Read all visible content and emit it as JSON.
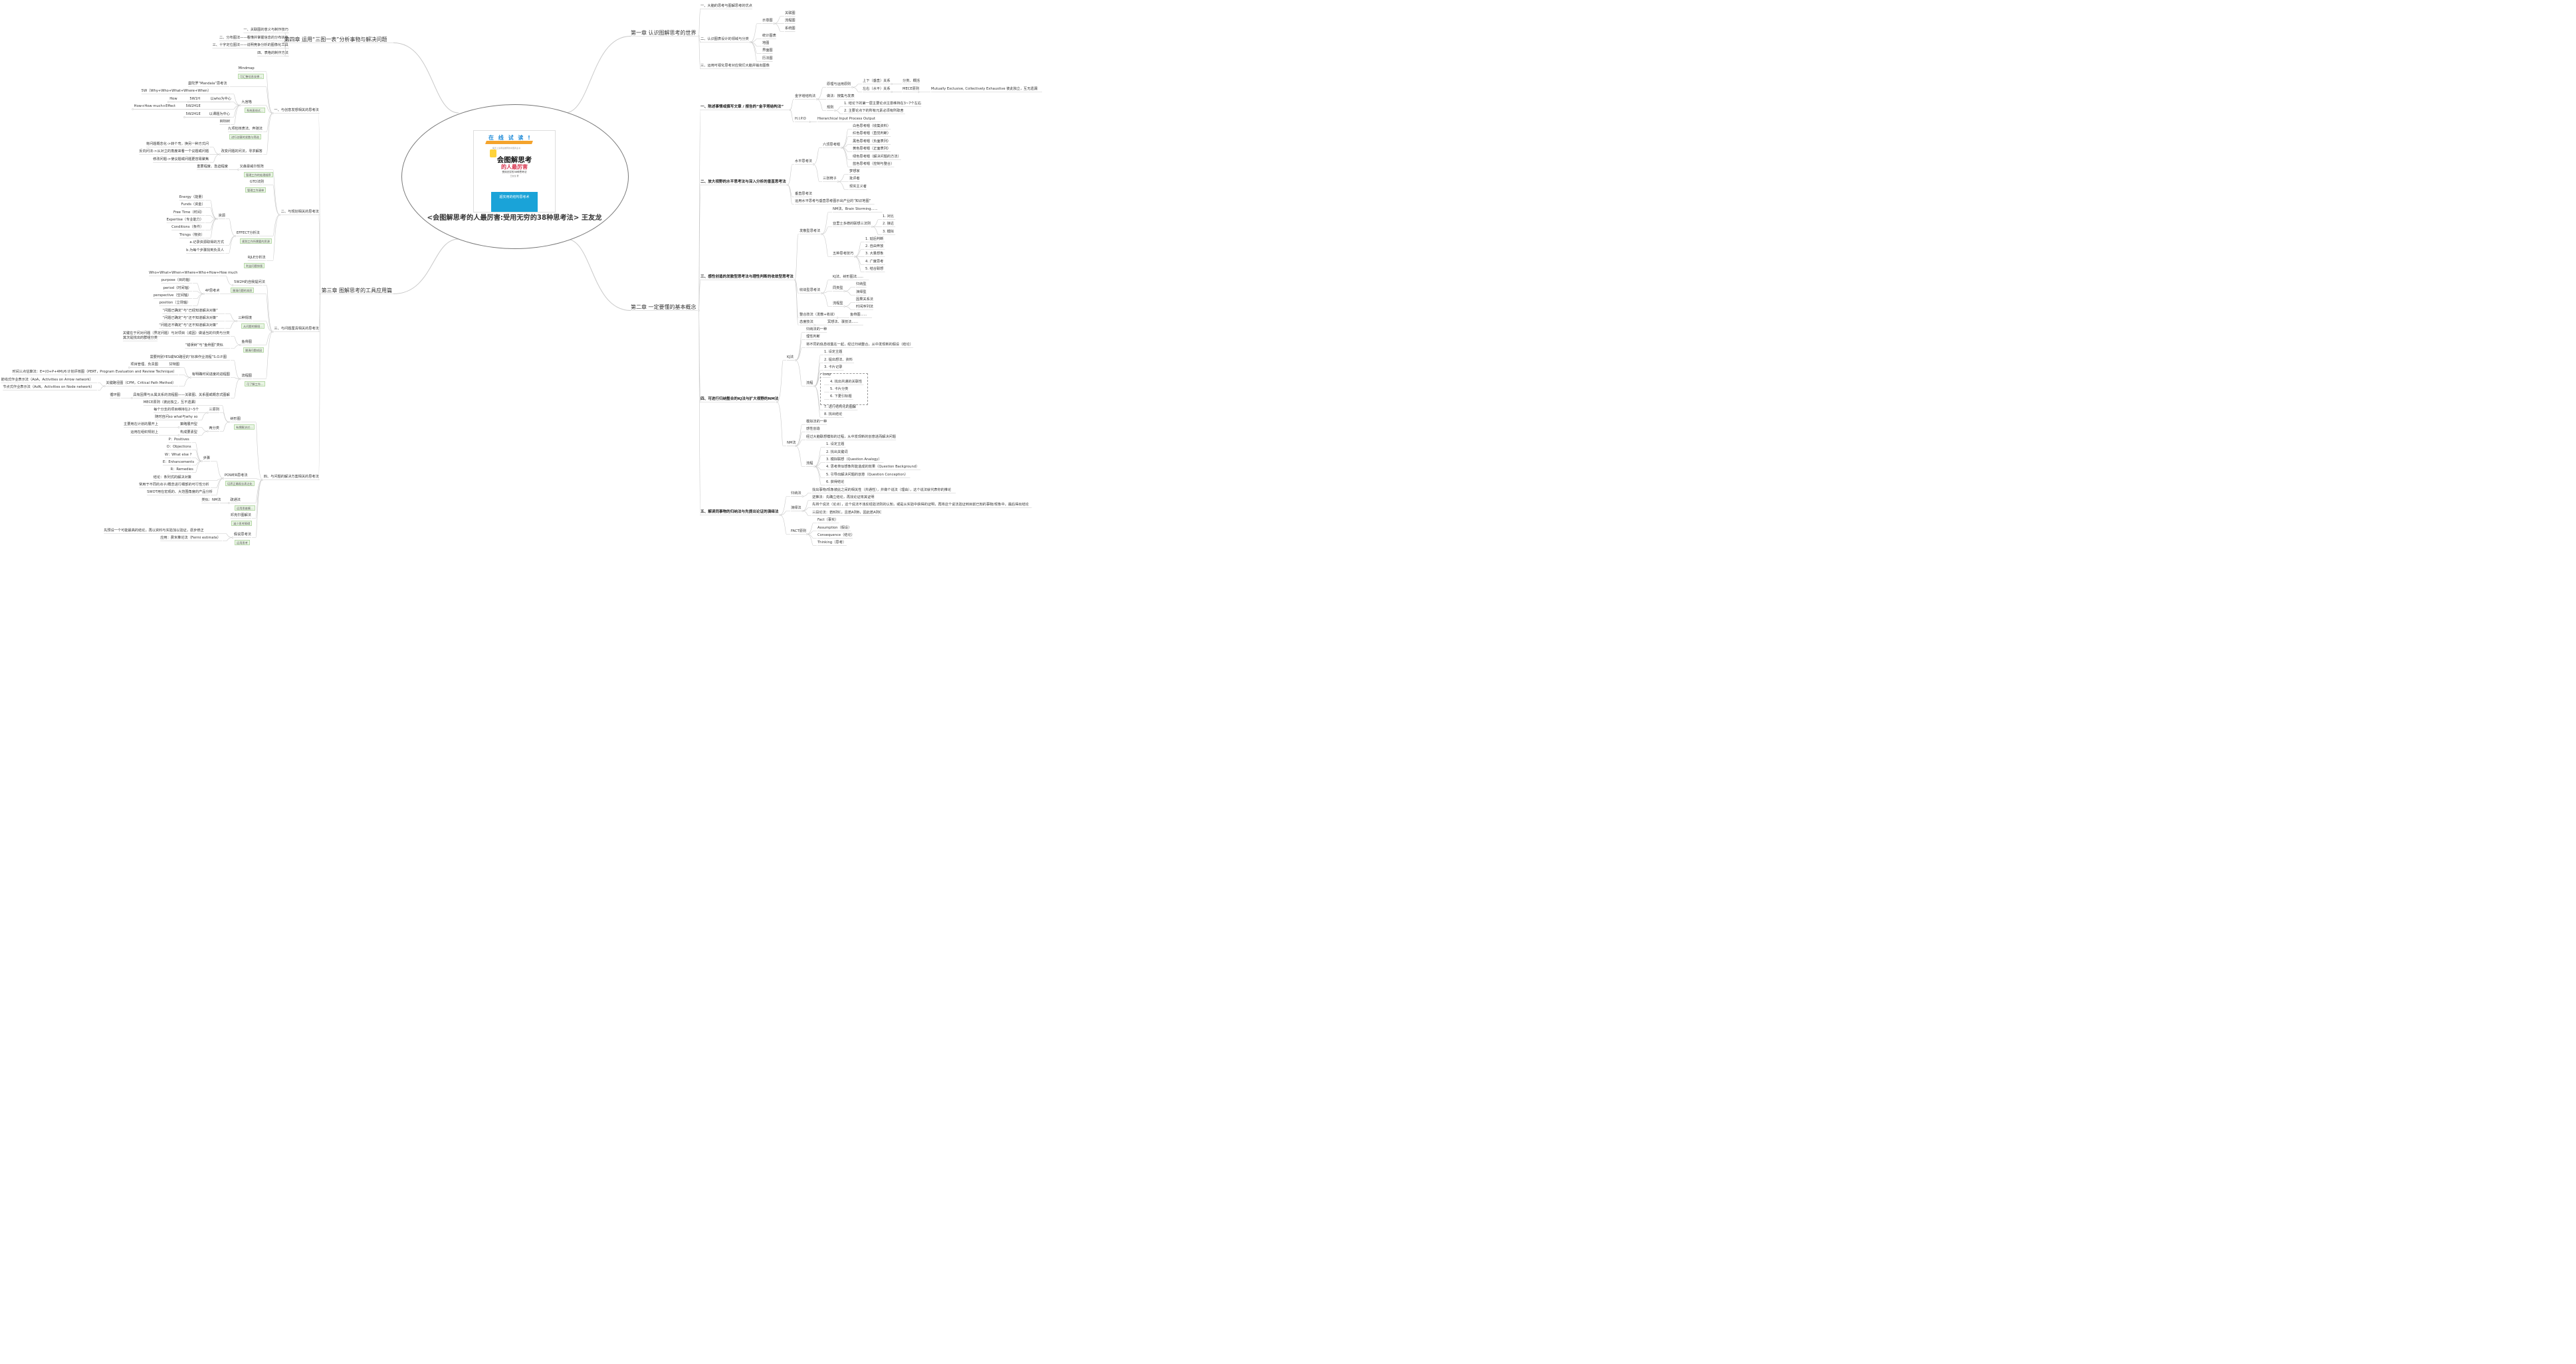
{
  "central": {
    "title": "<会图解思考的人最厉害:受用无穷的38种思考法> 王友龙",
    "cover": {
      "banner": "在 线 试 读 !",
      "sub": "每天上读者最推荐的中国商业书",
      "title": "会图解思考",
      "title2": "的人最厉害",
      "subtitle": "受用无穷的38种思考法",
      "author": "王友龙 著",
      "band": "超实用的结构思考术"
    }
  },
  "colors": {
    "line": "#c9c9c9",
    "tag_bg": "#e9f5e4",
    "tag_border": "#b7d9a8"
  },
  "nodes": {
    "c1": "第一章 认识图解思考的世界",
    "c1_1": "一、大脑的思考与图解思考的优点",
    "c1_2": "二、认识图表设计的领域与分类",
    "c1_2a": "示意图",
    "c1_2a1": "关联图",
    "c1_2a2": "流程图",
    "c1_2a3": "系统图",
    "c1_2b": "统计图表",
    "c1_2c": "地图",
    "c1_2d": "界面图",
    "c1_2e": "历法图",
    "c1_3": "三、运用可视化思考对应我们大脑并输出图像",
    "c2": "第二章 一定要懂的基本概念",
    "s1": "一、陈述事情或撰写文章 / 报告的“金字塔结构法”",
    "s1a": "金字塔结构法",
    "s1a1": "原理与运用原则",
    "s1a1a": "上下（垂直）关系",
    "s1a1a1": "分类、概括",
    "s1a1b": "左右（水平）关系",
    "s1a1b1": "MECE原则",
    "s1a1b2": "Mutually Exclusive, Collectively Exhaustive 彼此独立，互无遗漏",
    "s1a2": "做法：搜集与发表",
    "s1a3": "规则",
    "s1a3a": "1. 结论下的第一层主要论点注意维持在3~7个左右",
    "s1a3b": "2. 主要论点下的所有元素必须有所取舍",
    "s1b": "H.I.P.O",
    "s1b1": "Hierarchical Input Process Output",
    "s2": "二、放大视野的水平思考法与深入分析的垂直思考法",
    "s2a": "水平思考法",
    "s2a1": "六顶思考帽",
    "s2a1a": "白色思考帽（收集资料）",
    "s2a1b": "红色思考帽（直觉判断）",
    "s2a1c": "黑色思考帽（负面表列）",
    "s2a1d": "黄色思考帽（正面表列）",
    "s2a1e": "绿色思考帽（解决问题的方法）",
    "s2a1f": "蓝色思考帽（控制与整合）",
    "s2a2": "三张椅子",
    "s2a2a": "梦想家",
    "s2a2b": "批评者",
    "s2a2c": "现实主义者",
    "s2b": "垂直思考法",
    "s2c": "运用水平思考与垂直思考图示出产业的“知识地图”",
    "s3": "三、感性创造的发散型思考法与理性判断的收敛型思考法",
    "s3a": "发散型思考法",
    "s3a1": "NM法、Brain Storming......",
    "s3a2": "亚里士多德的联想三法则",
    "s3a2a": "1. 对比",
    "s3a2b": "2. 接近",
    "s3a2c": "3. 模拟",
    "s3a3": "五种思考技巧",
    "s3a3a": "1. 延后判断",
    "s3a3b": "2. 自由奔放",
    "s3a3c": "3. 大量想象",
    "s3a3d": "4. 广度思考",
    "s3a3e": "5. 结合联想",
    "s3b": "收敛型思考法",
    "s3b1": "KJ法、树形图法......",
    "s3b2": "同类型",
    "s3b2a": "归纳型",
    "s3b2b": "演绎型",
    "s3b3": "流程型",
    "s3b3a": "因果关系法",
    "s3b3b": "时间序列法",
    "s3c": "整合技法（发散+收敛）",
    "s3c1": "鱼骨图......",
    "s3d": "态度技法",
    "s3d1": "冥想法、瀑技法......",
    "s4": "四、可进行归纳整合的KJ法与扩大视野的NM法",
    "s4a": "KJ法",
    "s4a1": "归纳法的一种",
    "s4a2": "理性判断",
    "s4a3": "将不同的信息收集在一起，经过归纳整合，从中发现新的假设（结论）",
    "s4a4": "流程",
    "s4a4a": "1. 设定主题",
    "s4a4b": "2. 提出想法、资料",
    "s4a4c": "3. 卡片记录",
    "s4a4loop": "Loop",
    "s4a4d": "4. 找出共通的关联性",
    "s4a4e": "5. 卡片分类",
    "s4a4f": "6. 下更引标题",
    "s4a4g": "7. 进行结构化的图解",
    "s4a4h": "8. 找出结论",
    "s4b": "NM法",
    "s4b1": "模拟法的一种",
    "s4b2": "感性创造",
    "s4b3": "经过大脑联想模拟的过程，从中发现新的创意进而解决问题",
    "s4b4": "流程",
    "s4b4a": "1. 设定主题",
    "s4b4b": "2. 找出关键词",
    "s4b4c": "3. 模拟联想（Question Analogy）",
    "s4b4d": "4. 思考类似想象所能造成的效果（Question Background）",
    "s4b4e": "5. 引导出解决问题的创意（Question Conception）",
    "s4b4f": "6. 获得结论",
    "s5": "五、解读同事物的归纳法与先提出论证的演绎法",
    "s5a": "归纳法",
    "s5a1": "找出事物/现象彼此之间的相关性（共通性），并做个说法（理由），这个说法就代表你的推论",
    "s5b": "演绎法",
    "s5b1": "逆推法：先确立结论，再找论证将其证明",
    "s5b2": "先将个说法（论点），这个说法不违反经验法则的认知，或是从实验中获得的证明，再将这个说法验证到目前已知的事物/现象中，最后得出结论",
    "s5b3": "三段论法：若B则C，且若A则B，因此若A则C",
    "s5c": "FACT原则",
    "s5c1": "Fact（事实）",
    "s5c2": "Assumption（假设）",
    "s5c3": "Consequence（结论）",
    "s5c4": "Thinking（思考）",
    "c4": "第四章 运用“三图一表”分析事物与解决问题",
    "c4_1": "一、关联图的意义与制作技巧",
    "c4_2": "二、分布图法——看懂并掌握信息的分布状态",
    "c4_3": "三、十字定位图法——说明竞争分析的图像化工具",
    "c4_4": "四、表格的制作方法",
    "c3": "第三章 图解思考的工具应用篇",
    "c3_1": "一、与创意发想相关的思考法",
    "c3_1a": "Mindmap",
    "c3_1a_t": "可汇整信息发想...",
    "c3_1b": "曼陀罗“Mandala”思考法",
    "c3_1c": "九宫格",
    "c3_1c_t": "系统直线式...",
    "c3_1c1": "5W（Why+Who+What+Where+When）",
    "c3_1c2": "How",
    "c3_1c2a": "5W1H",
    "c3_1c2b": "以who为中心",
    "c3_1c3": "How+How much+Effect",
    "c3_1c3a": "5W2H1E",
    "c3_1c4": "5W2H1E",
    "c3_1c4a": "以课题为中心",
    "c3_1c5": "目标树",
    "c3_1d": "九项检核表法、奔驰法",
    "c3_1d_t": "进行创意的发散与筛选",
    "c3_1e": "改变问题的问法，寻求解答",
    "c3_1e1": "将问题概念化->转个弯，换另一种方式问",
    "c3_1e2": "反向问法->从对立的角度来看一个议题或问题",
    "c3_1e3": "修改问题->使议题或问题更容易聚焦",
    "c3_2": "二、与规划相关的思考法",
    "c3_2a": "又森豪威尔矩阵",
    "c3_2a_t": "管理工作的处理顺序",
    "c3_2a1": "重要程度、急迫程度",
    "c3_2b": "GTD法则",
    "c3_2b_t": "管理工作清单",
    "c3_2c": "EFFECT分析法",
    "c3_2c_t": "规划工作所需要的资源",
    "c3_2c1": "资源",
    "c3_2c1a": "Energy（能量）",
    "c3_2c1b": "Funds（资金）",
    "c3_2c1c": "Free Time（时间）",
    "c3_2c1d": "Expertise（专业能力）",
    "c3_2c1e": "Conditions（条件）",
    "c3_2c1f": "Things（物资）",
    "c3_2c2": "a.记录资源取得的方式",
    "c3_2c3": "b.为每个步骤找到负责人",
    "c3_2d": "RJLE分析法",
    "c3_2d_t": "利益问题排版",
    "c3_3": "三、与问题厘清相关的思考法",
    "c3_3a": "5W2H的自我提问法",
    "c3_3a_t": "厘清问题的本质",
    "c3_3a1": "Who+What+When+Where+Who+How+How much",
    "c3_3b": "4P思考术",
    "c3_3b1": "purpose（目的轴）",
    "c3_3b2": "period（时间轴）",
    "c3_3b3": "perspective（空间轴）",
    "c3_3b4": "position（立场轴）",
    "c3_3c": "三种情境",
    "c3_3c_t": "从问题的情境...",
    "c3_3c1": "“问题已确定”与“已经知道解决对策”",
    "c3_3c2": "“问题已确定”与“还不知道解决对策”",
    "c3_3c3": "“问题还不确定”与“还不知道解决对策”",
    "c3_3d": "鱼骨图",
    "c3_3d_t": "厘清问题成因",
    "c3_3d1": "关键在于问对问题（界定问题）与对项目（成因）做适当的归类与分类",
    "c3_3d1b": "其次是找出的群组分类",
    "c3_3d2": "“错误树”与“鱼骨图”类似",
    "c3_3e": "流程图",
    "c3_3e_t": "可了解工作...",
    "c3_3e1": "需要判别YES或NO路径的“标准作业流程”S.O.P.图",
    "c3_3e2": "有明确时间进度的进程图",
    "c3_3e2a": "项目管理、负责图",
    "c3_3e2a1": "甘特图",
    "c3_3e2b": "计划评核图（PERT，Program Evaluation and Review Technique）",
    "c3_3e2b1": "时间三点估算法：E=(O+P+4M)/6",
    "c3_3e2c": "关键路径图（CPM，Critical Path Method）",
    "c3_3e2c1": "箭线式作业表示法（AoA，Activities on Arrow network）",
    "c3_3e2c2": "节点式作业表示法（AoN，Activities on Node network）",
    "c3_3e3": "具有因果与从属关系的流程图——关联图、关系图或概念式图解",
    "c3_3e3a": "循环图",
    "c3_4": "四、与问题的解决方案相关的思考法",
    "c3_4a": "树形图",
    "c3_4a_t": "有想解决对...",
    "c3_4a1": "MECE原则（彼此独立，互不遗漏）",
    "c3_4a2": "三原则",
    "c3_4a2a": "每个分支的项目维持在2~5个",
    "c3_4a2b": "随时自问so what与why so",
    "c3_4a3": "两分类",
    "c3_4a3a": "策略展开型",
    "c3_4a3a1": "主要用在计划的展开上",
    "c3_4a3b": "构成要素型",
    "c3_4a3b1": "运用在组织规划上",
    "c3_4b": "POWER思考法",
    "c3_4b_t": "培养正确观念表达化",
    "c3_4b1": "步骤",
    "c3_4b1a": "P：Positives",
    "c3_4b1b": "O：Objections",
    "c3_4b1c": "W：What else ?",
    "c3_4b1d": "E：Enhancements",
    "c3_4b1e": "R：Remedies",
    "c3_4b2": "结论：条列式的解决对策",
    "c3_4b3": "常用于不同的点子/概念进行细部的可行性分析",
    "c3_4b4": "SWOT用在宏观的、大范围角度的产品分析",
    "c3_4c": "疏通法",
    "c3_4c_t": "运用思维模...",
    "c3_4c1": "类似：NM法",
    "c3_4d": "邓克尔图解法",
    "c3_4d_t": "减少思考障碍",
    "c3_4e": "假说思考法",
    "c3_4e_t": "运用思考",
    "c3_4e1": "先预设一个可能最高的结论，再以资料与实验加以验证，逐步修正",
    "c3_4e2": "应用：费米推论法（Fermi estimate）"
  }
}
